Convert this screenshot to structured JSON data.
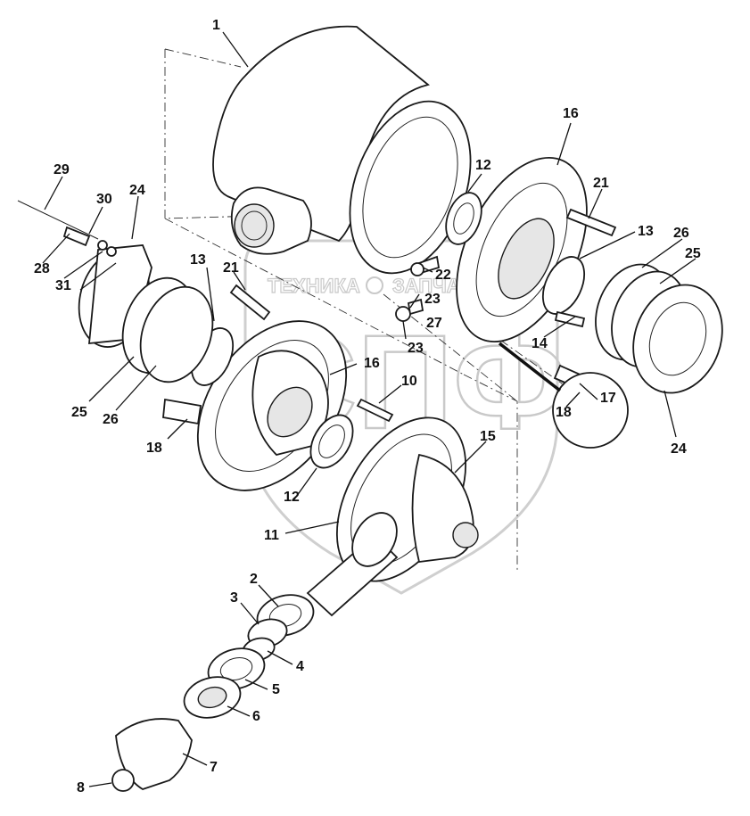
{
  "watermark": {
    "left_text": "ТЕХНИКА",
    "right_text": "ЗАПЧАСТИ",
    "monogram": "СПФ"
  },
  "callouts": {
    "c1": "1",
    "c2": "2",
    "c3": "3",
    "c4": "4",
    "c5": "5",
    "c6": "6",
    "c7": "7",
    "c8": "8",
    "c10": "10",
    "c11": "11",
    "c12a": "12",
    "c12b": "12",
    "c13a": "13",
    "c13b": "13",
    "c14": "14",
    "c15": "15",
    "c16a": "16",
    "c16b": "16",
    "c17": "17",
    "c18a": "18",
    "c18b": "18",
    "c21a": "21",
    "c21b": "21",
    "c22": "22",
    "c23a": "23",
    "c23b": "23",
    "c24a": "24",
    "c24b": "24",
    "c25a": "25",
    "c25b": "25",
    "c26a": "26",
    "c26b": "26",
    "c27": "27",
    "c28": "28",
    "c29": "29",
    "c30": "30",
    "c31": "31"
  }
}
